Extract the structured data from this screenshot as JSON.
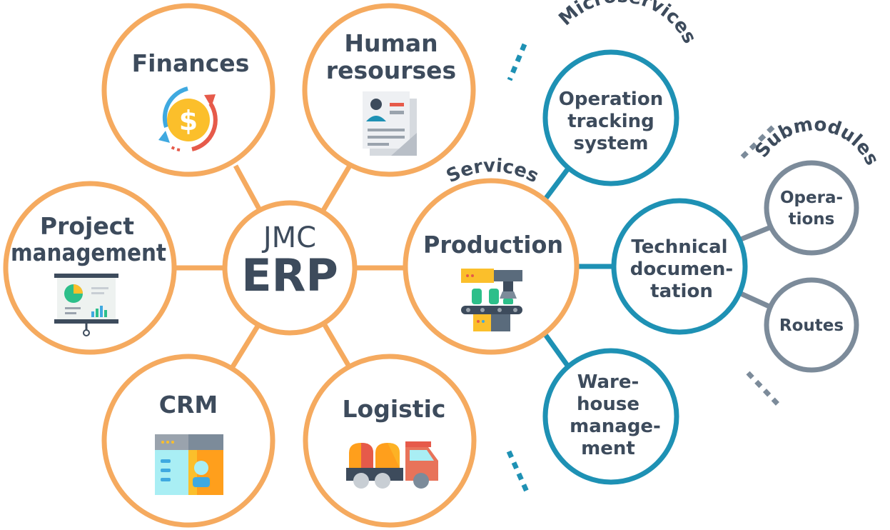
{
  "core": {
    "line1": "JMC",
    "line2": "ERP"
  },
  "modules": {
    "finances": "Finances",
    "human_resources": [
      "Human",
      "resourses"
    ],
    "project_management": [
      "Project",
      "management"
    ],
    "crm": "CRM",
    "logistic": "Logistic",
    "production": "Production"
  },
  "microservices": {
    "operation_tracking": [
      "Operation",
      "tracking",
      "system"
    ],
    "technical_documentation": [
      "Technical",
      "documen-",
      "tation"
    ],
    "warehouse_management": [
      "Ware-",
      "house",
      "manage-",
      "ment"
    ]
  },
  "submodules": {
    "operations": [
      "Opera-",
      "tions"
    ],
    "routes": "Routes"
  },
  "arc_labels": {
    "services": "Services",
    "microservices": "Microservices",
    "submodules": "Submodules"
  },
  "colors": {
    "orange": "#f5aa5f",
    "blue": "#1e91b4",
    "grey": "#7c8b9a",
    "text": "#3d4b5c"
  },
  "icons": [
    "dollar-cycle-icon",
    "resume-icon",
    "presentation-chart-icon",
    "crm-window-icon",
    "truck-icon",
    "conveyor-robot-icon"
  ]
}
